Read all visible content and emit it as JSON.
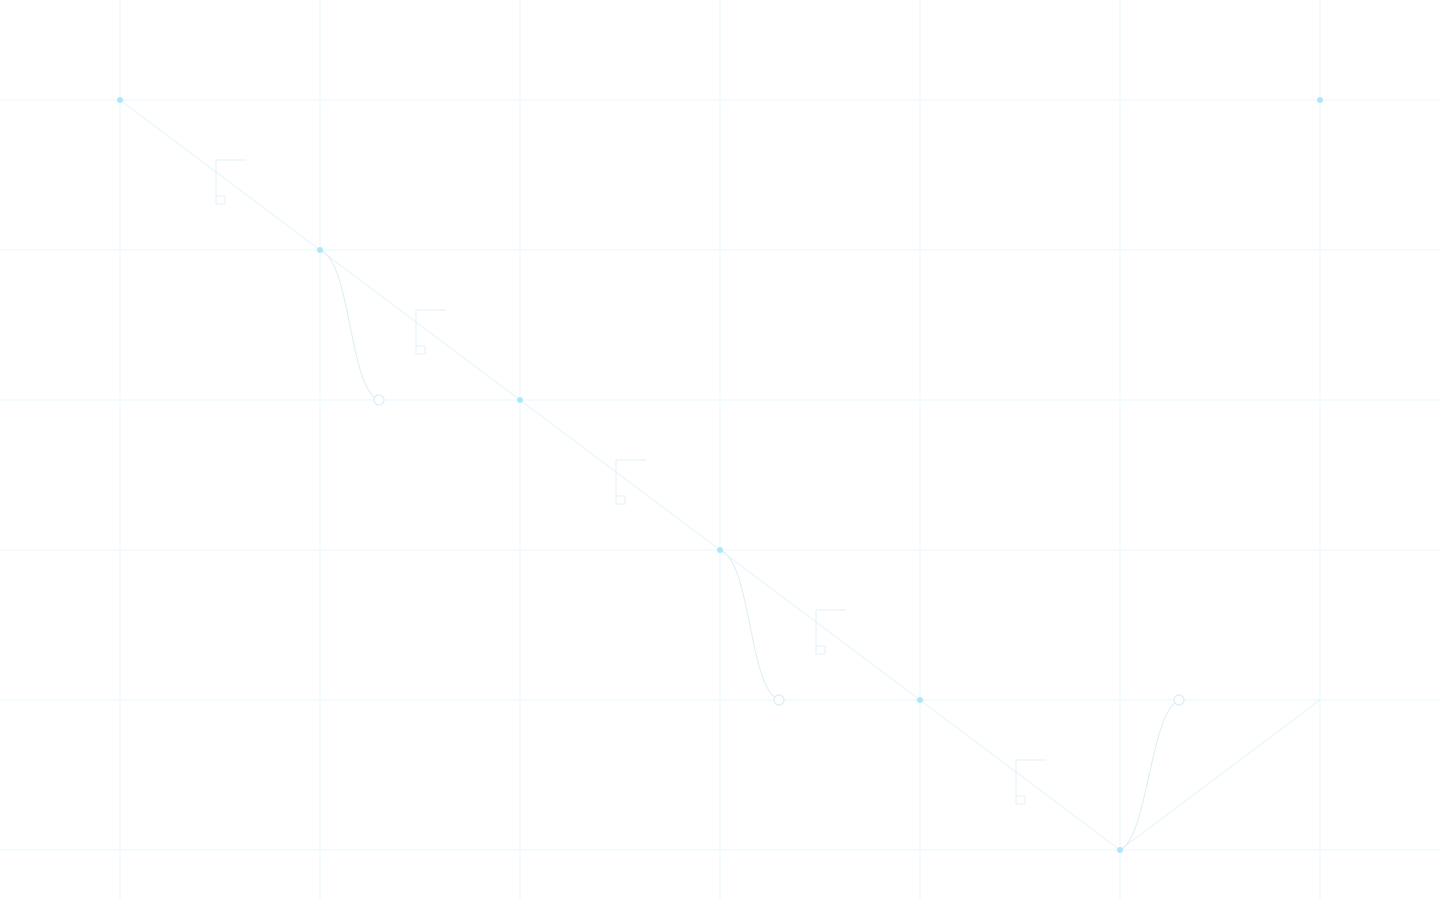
{
  "colors": {
    "background": "#ffffff",
    "grid_line": "#e9f7fc",
    "node": "#aee6f9",
    "edge": "#e3f4fa",
    "curve": "#ddeef4",
    "bracket": "#e2f1f7",
    "handle": "#d6ecf4"
  },
  "icons": {
    "node": "circle-dot",
    "step_marker": "bracket-with-square",
    "curve_handle": "hollow-circle"
  }
}
